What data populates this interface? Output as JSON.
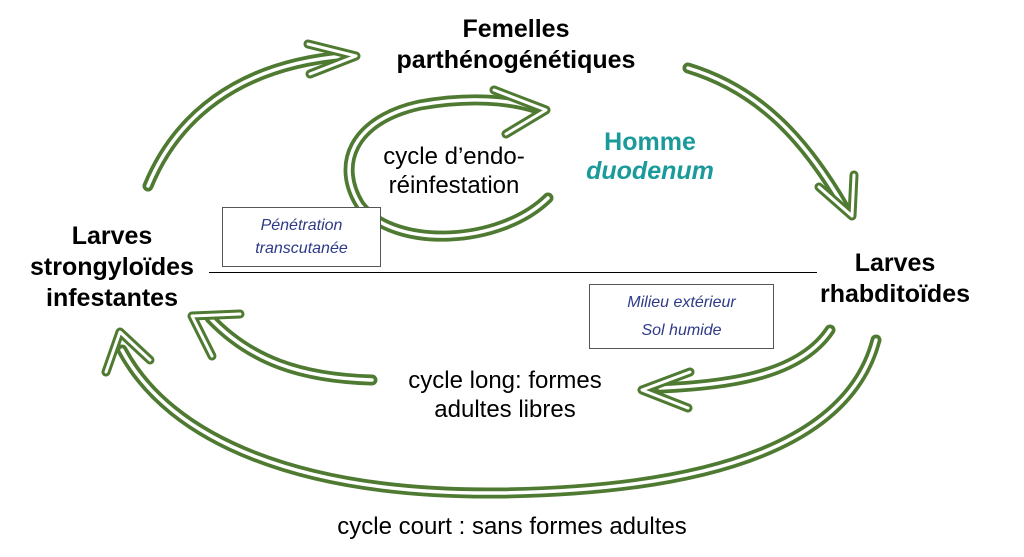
{
  "colors": {
    "arrow": "#4f7a32",
    "host": "#1a9a9a",
    "box_text": "#2e3a87"
  },
  "nodes": {
    "femelles": [
      "Femelles",
      "parthénogénétiques"
    ],
    "larves_strongyloides": [
      "Larves",
      "strongyloïdes",
      "infestantes"
    ],
    "larves_rhabditoides": [
      "Larves",
      "rhabditoïdes"
    ]
  },
  "host": {
    "line1": "Homme",
    "line2": "duodenum"
  },
  "cycles": {
    "endo": [
      "cycle d’endo-",
      "réinfestation"
    ],
    "long": [
      "cycle long: formes",
      "adultes libres"
    ],
    "court": "cycle court : sans formes adultes"
  },
  "boxes": {
    "penetration": [
      "Pénétration",
      "transcutanée"
    ],
    "milieu": [
      "Milieu extérieur",
      "Sol humide"
    ]
  }
}
